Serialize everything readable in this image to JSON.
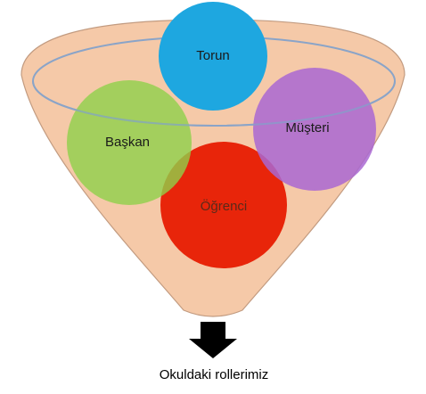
{
  "funnel": {
    "fill_color": "#f5c9a8",
    "rim_color": "#8aa4c8",
    "edge_color": "#c29b80"
  },
  "roles": {
    "torun": {
      "label": "Torun",
      "color": "#1ea7e0",
      "text_color": "#1a1a1a"
    },
    "baskan": {
      "label": "Başkan",
      "color": "#8ed14a",
      "text_color": "#1a1a1a"
    },
    "musteri": {
      "label": "Müşteri",
      "color": "#a967d2",
      "text_color": "#1a1a1a"
    },
    "ogrenci": {
      "label": "Öğrenci",
      "color": "#e8250a",
      "text_color": "#5a2a1a"
    }
  },
  "arrow": {
    "icon": "arrow-down-icon",
    "color": "#000000"
  },
  "caption": "Okuldaki rollerimiz"
}
